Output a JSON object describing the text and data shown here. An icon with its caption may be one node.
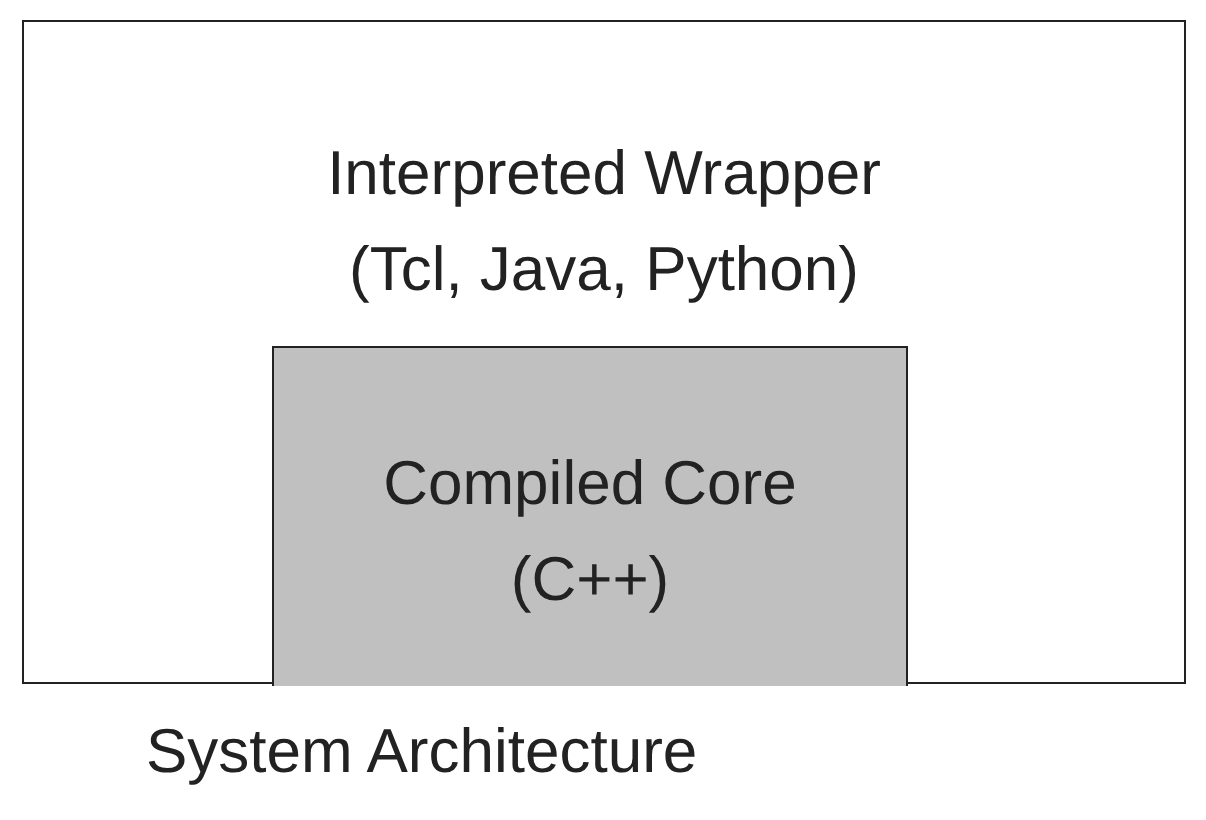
{
  "diagram": {
    "caption": "System Architecture",
    "nodes": [
      {
        "text": [
          "Interpreted Wrapper (Tcl, Java, Python)"
        ]
      },
      {
        "text": [
          "Compiled Core (C++)"
        ],
        "in": 0
      }
    ]
  }
}
